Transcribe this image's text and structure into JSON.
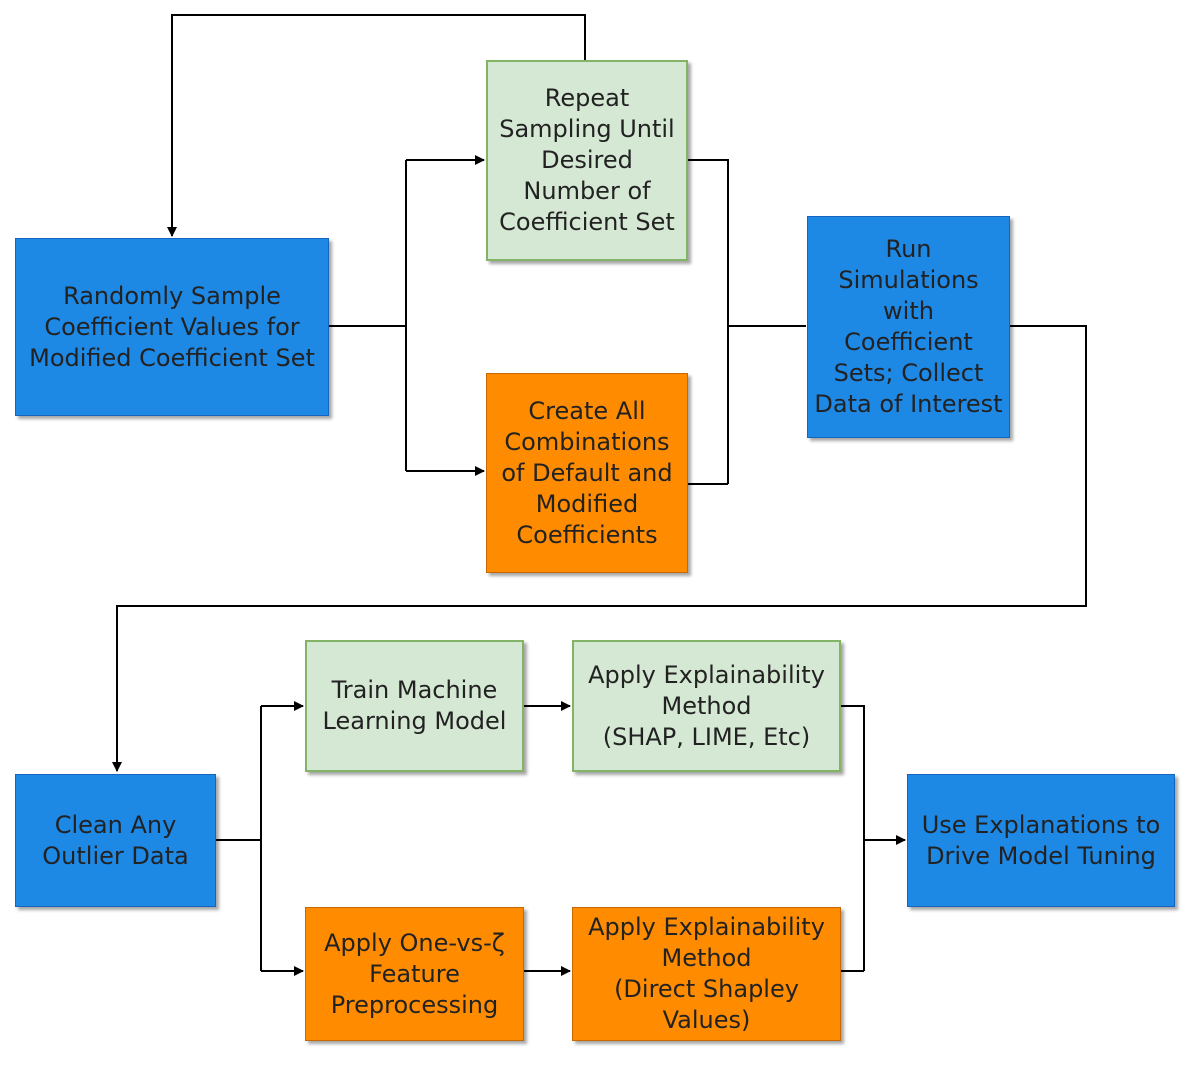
{
  "colors": {
    "blue_fill": "#1e88e5",
    "green_fill": "#d5e8d4",
    "green_border": "#82b366",
    "orange_fill": "#ff8c00",
    "line": "#000000"
  },
  "nodes": {
    "random_sample": "Randomly Sample\nCoefficient Values for\nModified Coefficient Set",
    "repeat_sampling": "Repeat\nSampling Until\nDesired\nNumber of\nCoefficient Set",
    "create_combinations": "Create All\nCombinations\nof Default and\nModified\nCoefficients",
    "run_simulations": "Run\nSimulations\nwith\nCoefficient\nSets; Collect\nData of Interest",
    "clean_outliers": "Clean Any\nOutlier Data",
    "train_model": "Train Machine\nLearning Model",
    "explain_shap": "Apply Explainability\nMethod\n(SHAP, LIME, Etc)",
    "one_vs_zeta": "Apply One-vs-ζ\nFeature\nPreprocessing",
    "explain_shapley": "Apply Explainability\nMethod\n(Direct Shapley\nValues)",
    "use_explanations": "Use Explanations to\nDrive Model Tuning"
  }
}
